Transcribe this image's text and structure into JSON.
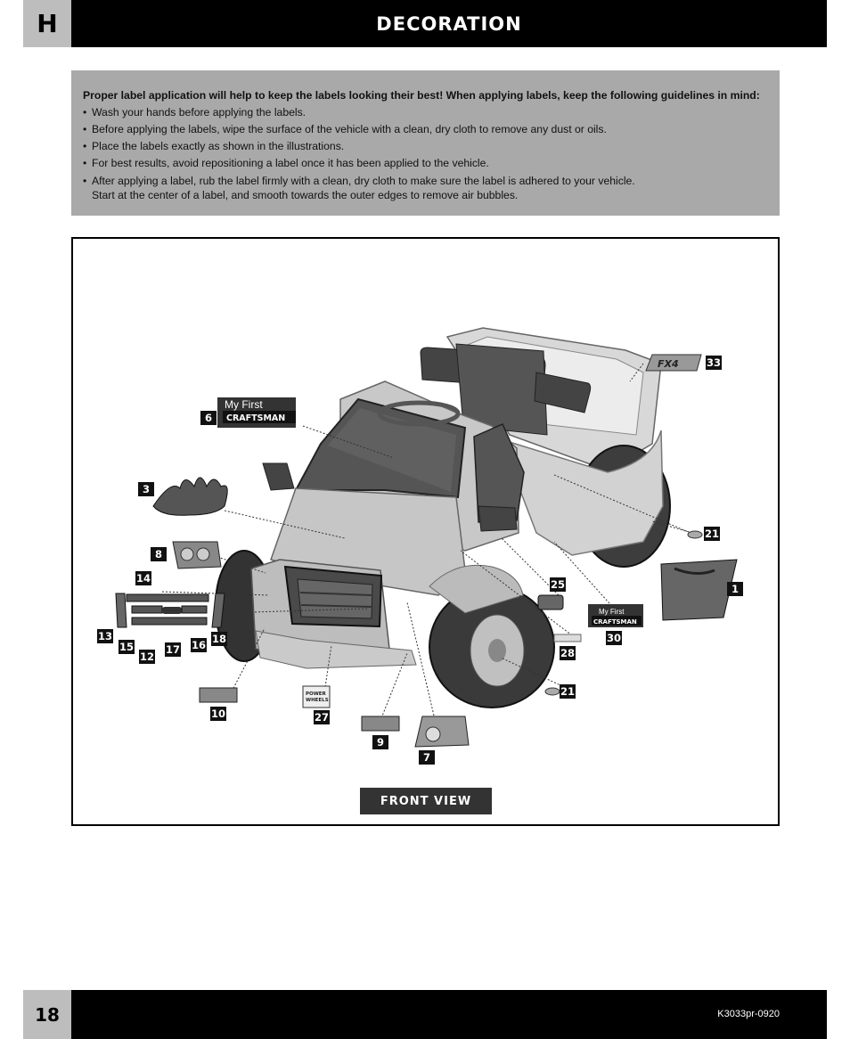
{
  "header": {
    "section_letter": "H",
    "title": "DECORATION"
  },
  "note": {
    "lead": "Proper label application will help to keep the labels looking their best! When applying labels, keep the following guidelines in mind:",
    "items": [
      "Wash your hands before applying the labels.",
      "Before applying the labels, wipe the surface of the vehicle with a clean, dry cloth to remove any dust or oils.",
      "Place the labels exactly as shown in the illustrations.",
      "For best results, avoid repositioning a label once it has been applied to the vehicle.",
      "After applying a label, rub the label firmly with a clean, dry cloth to make sure the label is adhered to your vehicle.",
      "Start at the center of a label, and smooth towards the outer edges to remove air bubbles."
    ]
  },
  "figure": {
    "labels": {
      "l33": "33",
      "l6": "6",
      "l3": "3",
      "l21a": "21",
      "l8": "8",
      "l14": "14",
      "l1": "1",
      "l25": "25",
      "l13": "13",
      "l18": "18",
      "l15": "15",
      "l12": "12",
      "l17": "17",
      "l16": "16",
      "l30": "30",
      "l28": "28",
      "l21b": "21",
      "l10": "10",
      "l27": "27",
      "l9": "9",
      "l7": "7"
    },
    "decal_text": {
      "my_first": "My First",
      "brand": "CRAFTSMAN",
      "fx4": "FX4",
      "power": "POWER",
      "wheels": "WHEELS"
    },
    "caption": "FRONT VIEW"
  },
  "footer": {
    "page_number": "18",
    "code": "K3033pr-0920"
  }
}
